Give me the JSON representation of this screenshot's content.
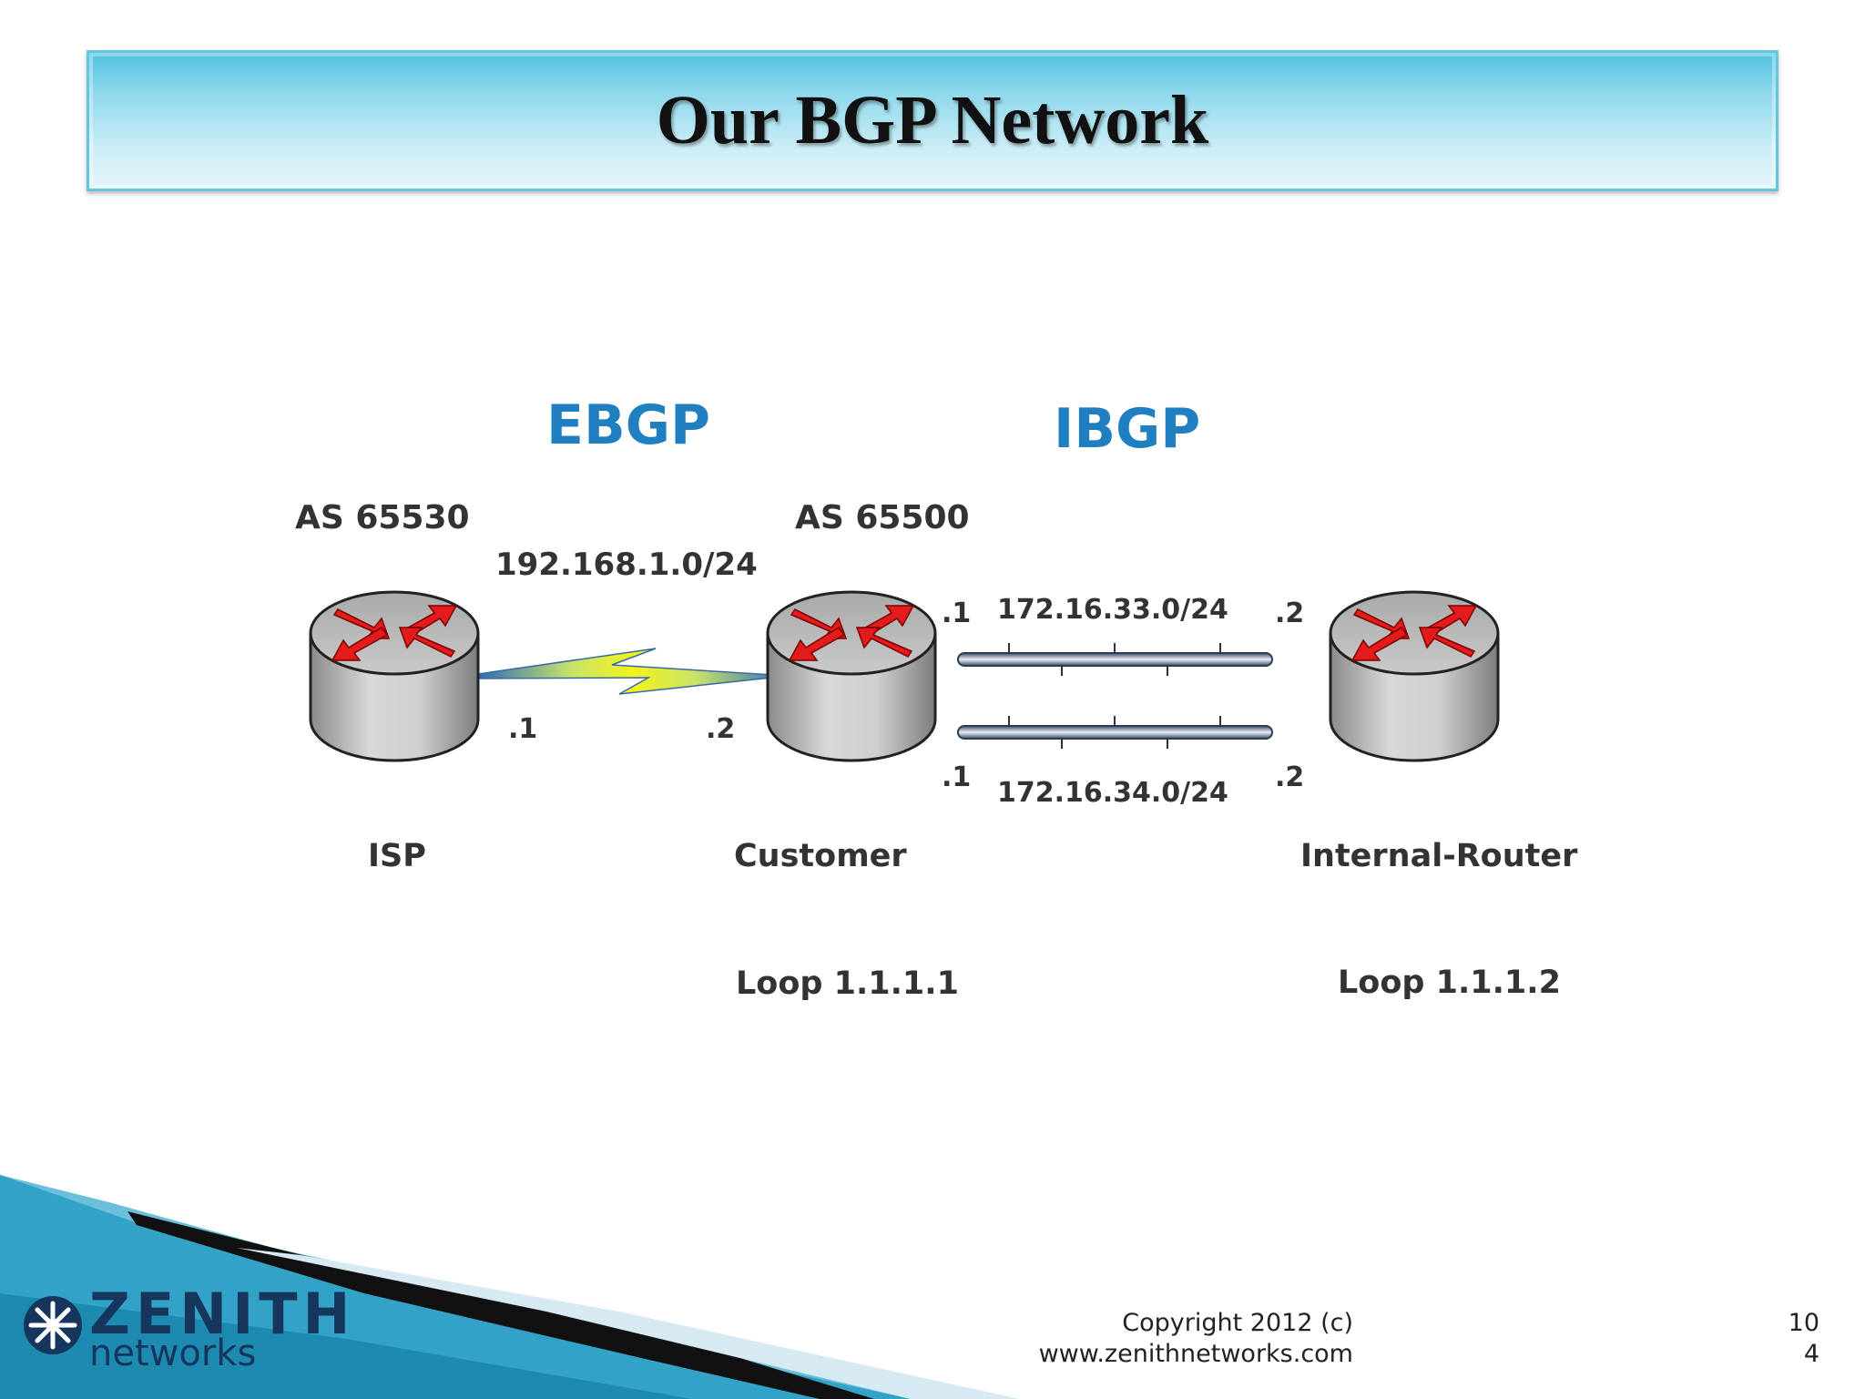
{
  "title": "Our BGP Network",
  "protocols": {
    "ebgp": "EBGP",
    "ibgp": "IBGP"
  },
  "autonomous_systems": {
    "isp": "AS 65530",
    "customer": "AS 65500"
  },
  "networks": {
    "ebgp_link": "192.168.1.0/24",
    "ibgp_link_1": "172.16.33.0/24",
    "ibgp_link_2": "172.16.34.0/24"
  },
  "interfaces": {
    "isp_serial": ".1",
    "customer_serial": ".2",
    "customer_link1": ".1",
    "internal_link1": ".2",
    "customer_link2": ".1",
    "internal_link2": ".2"
  },
  "routers": {
    "isp": {
      "name": "ISP",
      "icon": "router-icon"
    },
    "customer": {
      "name": "Customer",
      "loopback": "Loop 1.1.1.1",
      "icon": "router-icon"
    },
    "internal": {
      "name": "Internal-Router",
      "loopback": "Loop 1.1.1.2",
      "icon": "router-icon"
    }
  },
  "footer": {
    "copyright": "Copyright 2012 (c)",
    "website": "www.zenithnetworks.com",
    "page_line1": "10",
    "page_line2": "4"
  },
  "logo": {
    "word": "ZENITH",
    "sub": "networks"
  },
  "colors": {
    "protocol_text": "#1f7fc0",
    "router_arrows": "#e31b1b",
    "serial_link": "#f2f21a",
    "logo_text": "#17365d"
  }
}
